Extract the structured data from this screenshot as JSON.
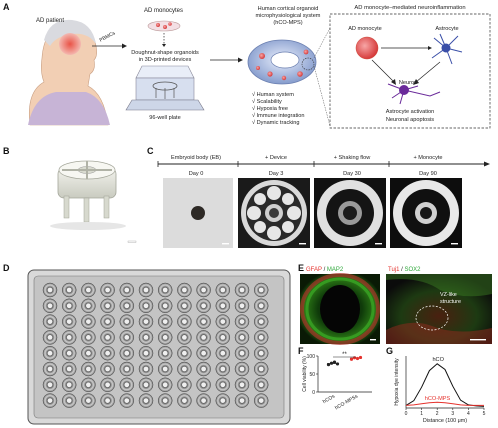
{
  "panels": {
    "A": "A",
    "B": "B",
    "C": "C",
    "D": "D",
    "E": "E",
    "F": "F",
    "G": "G"
  },
  "panel_a": {
    "patient": "AD patient",
    "pbmcs": "PBMCs",
    "monocytes": "AD monocytes",
    "organoids": [
      "Doughnut-shape organoids",
      "in 3D-printed devices"
    ],
    "plate": "96-well plate",
    "mps_title": [
      "Human cortical organoid",
      "microphysiological system",
      "(hCO-MPS)"
    ],
    "features": [
      "√ Human system",
      "√ Scalability",
      "√ Hypoxia free",
      "√ Immune integration",
      "√ Dynamic tracking"
    ],
    "inflam_title": "AD monocyte–mediated neuroinflammation",
    "ad_monocyte": "AD monocyte",
    "astrocyte": "Astrocyte",
    "neuron": "Neuron",
    "activation": "Astrocyte activation",
    "apoptosis": "Neuronal apoptosis"
  },
  "panel_c": {
    "stages": [
      "Embryoid body (EB)",
      "+ Device",
      "+ Shaking flow",
      "+ Monocyte"
    ],
    "days": [
      "Day 0",
      "Day 3",
      "Day 30",
      "Day 90"
    ]
  },
  "panel_e": {
    "left_stain": {
      "a": "GFAP",
      "sep": " / ",
      "b": "MAP2"
    },
    "right_stain": {
      "a": "Tuj1",
      "sep": " / ",
      "b": "SOX2"
    },
    "annotation": [
      "VZ-like",
      "structure"
    ],
    "colors": {
      "red": "#e5322d",
      "green": "#2ea83a"
    }
  },
  "chart_data": [
    {
      "type": "scatter",
      "panel": "F",
      "ylabel": "Cell viability (%)",
      "yticks": [
        "0",
        "50",
        "100"
      ],
      "ylim": [
        0,
        100
      ],
      "categories": [
        "hCOs",
        "hCO-MPSs"
      ],
      "series": [
        {
          "values": [
            76,
            80,
            83,
            78
          ],
          "mean": 79
        },
        {
          "values": [
            91,
            95,
            93,
            96
          ],
          "mean": 94
        }
      ],
      "significance": "**"
    },
    {
      "type": "line",
      "panel": "G",
      "ylabel": "Hypoxia dye intensity",
      "xlabel": "Distance (100 μm)",
      "xticks": [
        "0",
        "1",
        "2",
        "3",
        "4",
        "5"
      ],
      "xlim": [
        0,
        5
      ],
      "ylim": [
        0,
        100
      ],
      "series": [
        {
          "name": "hCO",
          "color": "#111111",
          "x": [
            0,
            0.5,
            1,
            1.5,
            2,
            2.5,
            3,
            3.5,
            4,
            4.5,
            5
          ],
          "y": [
            5,
            14,
            40,
            72,
            85,
            74,
            42,
            15,
            6,
            4,
            3
          ]
        },
        {
          "name": "hCO-MPS",
          "color": "#e5322d",
          "x": [
            0,
            0.5,
            1,
            1.5,
            2,
            2.5,
            3,
            3.5,
            4,
            4.5,
            5
          ],
          "y": [
            5,
            6,
            8,
            10,
            11,
            10,
            8,
            6,
            5,
            5,
            5
          ]
        }
      ]
    }
  ]
}
